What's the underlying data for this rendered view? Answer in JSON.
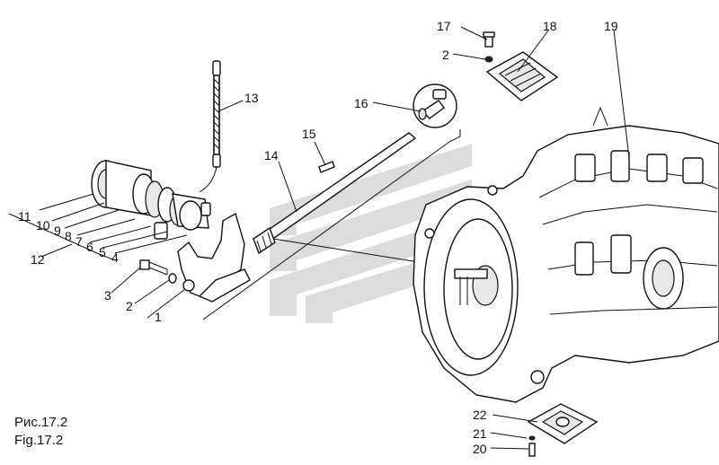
{
  "caption": {
    "ru": "Рис.17.2",
    "en": "Fig.17.2"
  },
  "callouts": [
    {
      "id": "c1",
      "label": "1"
    },
    {
      "id": "c2a",
      "label": "2"
    },
    {
      "id": "c2b",
      "label": "2"
    },
    {
      "id": "c3",
      "label": "3"
    },
    {
      "id": "c4",
      "label": "4"
    },
    {
      "id": "c5",
      "label": "5"
    },
    {
      "id": "c6",
      "label": "6"
    },
    {
      "id": "c7",
      "label": "7"
    },
    {
      "id": "c8",
      "label": "8"
    },
    {
      "id": "c9",
      "label": "9"
    },
    {
      "id": "c10",
      "label": "10"
    },
    {
      "id": "c11",
      "label": "11"
    },
    {
      "id": "c12",
      "label": "12"
    },
    {
      "id": "c13",
      "label": "13"
    },
    {
      "id": "c14",
      "label": "14"
    },
    {
      "id": "c15",
      "label": "15"
    },
    {
      "id": "c16",
      "label": "16"
    },
    {
      "id": "c17",
      "label": "17"
    },
    {
      "id": "c18",
      "label": "18"
    },
    {
      "id": "c19",
      "label": "19"
    },
    {
      "id": "c20",
      "label": "20"
    },
    {
      "id": "c21",
      "label": "21"
    },
    {
      "id": "c22",
      "label": "22"
    }
  ],
  "colors": {
    "ink": "#111111",
    "watermark": "#d6d6d6",
    "background": "#ffffff"
  }
}
